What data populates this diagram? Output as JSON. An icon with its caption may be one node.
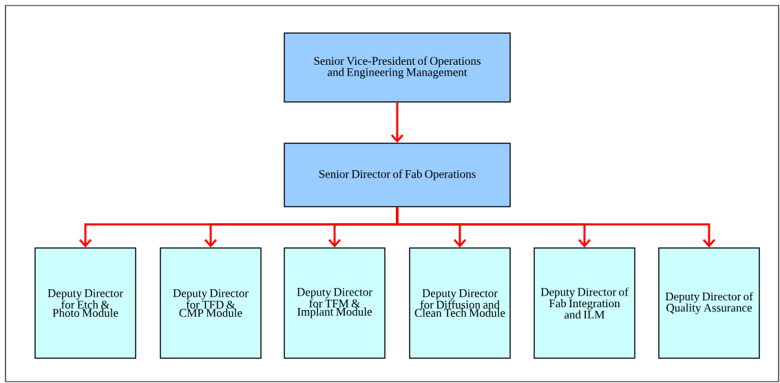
{
  "diagram": {
    "nodes": [
      {
        "text": [
          "Senior Vice-President of Operations and Engineering Management"
        ]
      },
      {
        "text": [
          "Senior Director of Fab Operations"
        ]
      },
      {
        "text": [
          "Deputy Director for Etch & Photo Module"
        ]
      },
      {
        "text": [
          "Deputy Director for TFD & CMP Module"
        ]
      },
      {
        "text": [
          "Deputy Director for TFM & Implant Module"
        ]
      },
      {
        "text": [
          "Deputy Director for Diffusion and Clean Tech Module"
        ]
      },
      {
        "text": [
          "Deputy Director of Fab Integration and ILM"
        ]
      },
      {
        "text": [
          "Deputy Director of Quality Assurance"
        ]
      }
    ],
    "edges": [
      {
        "from": 0,
        "to": 1,
        "arrow": "to"
      },
      {
        "from": 1,
        "to": 2,
        "arrow": "to"
      },
      {
        "from": 1,
        "to": 3,
        "arrow": "to"
      },
      {
        "from": 1,
        "to": 4,
        "arrow": "to"
      },
      {
        "from": 1,
        "to": 5,
        "arrow": "to"
      },
      {
        "from": 1,
        "to": 6,
        "arrow": "to"
      },
      {
        "from": 1,
        "to": 7,
        "arrow": "to"
      }
    ]
  }
}
